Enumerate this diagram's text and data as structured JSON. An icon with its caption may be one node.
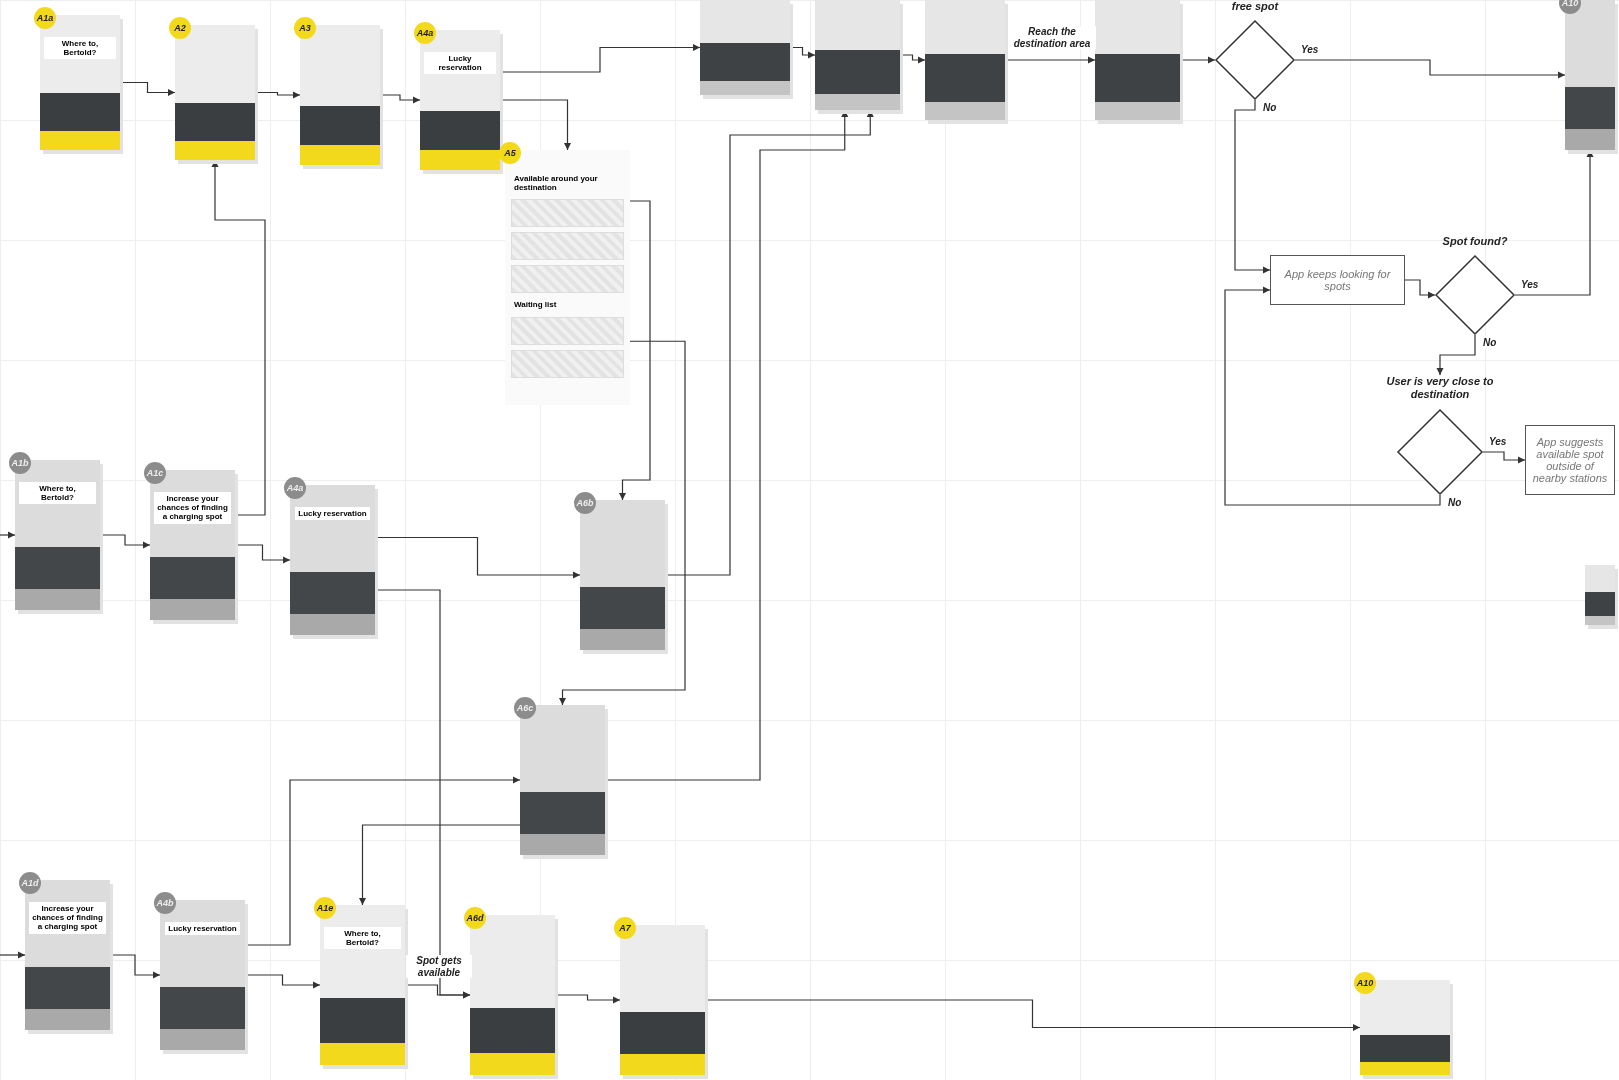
{
  "diagram": {
    "nodes": [
      {
        "text": [
          "A1a",
          "Where to, Bertold?"
        ]
      },
      {
        "text": [
          "A2"
        ]
      },
      {
        "text": [
          "A3"
        ]
      },
      {
        "text": [
          "A4a",
          "Lucky reservation"
        ]
      },
      {
        "text": [
          "A5",
          "Available around your destination",
          "Waiting list"
        ]
      },
      {
        "text": [],
        "shape": "box"
      },
      {
        "text": [],
        "shape": "box"
      },
      {
        "text": [],
        "shape": "box"
      },
      {
        "text": [],
        "shape": "box"
      },
      {
        "text": [
          "free spot"
        ]
      },
      {
        "text": [
          "A10"
        ]
      },
      {
        "text": [
          "App keeps looking for spots"
        ]
      },
      {
        "text": [
          "Spot found?"
        ]
      },
      {
        "text": [
          "User is very close to destination"
        ]
      },
      {
        "text": [
          "App suggests available spot outside of nearby stations"
        ]
      },
      {
        "text": [
          "A1b",
          "Where to, Bertold?"
        ]
      },
      {
        "text": [
          "A1c",
          "Increase your chances of finding a charging spot"
        ]
      },
      {
        "text": [
          "A4a",
          "Lucky reservation"
        ]
      },
      {
        "text": [
          "A6b"
        ]
      },
      {
        "text": [
          "A6c"
        ]
      },
      {
        "text": [
          "A1d",
          "Increase your chances of finding a charging spot"
        ]
      },
      {
        "text": [
          "A4b",
          "Lucky reservation"
        ]
      },
      {
        "text": [
          "A1e",
          "Where to, Bertold?"
        ]
      },
      {
        "text": [
          "A6d"
        ]
      },
      {
        "text": [
          "A7"
        ]
      },
      {
        "text": [
          "A10"
        ]
      },
      {
        "text": [],
        "shape": "box"
      }
    ],
    "edges": [
      {
        "from": 0,
        "to": 1,
        "arrow": "to"
      },
      {
        "from": 1,
        "to": 2,
        "arrow": "to"
      },
      {
        "from": 2,
        "to": 3,
        "arrow": "to"
      },
      {
        "from": 3,
        "to": 4,
        "arrow": "to"
      },
      {
        "from": 3,
        "to": 5,
        "arrow": "to"
      },
      {
        "from": 5,
        "to": 6,
        "arrow": "to"
      },
      {
        "from": 6,
        "to": 7,
        "arrow": "to"
      },
      {
        "from": 7,
        "to": 8,
        "arrow": "to",
        "label": "Reach the destination area"
      },
      {
        "from": 8,
        "to": 9,
        "arrow": "to"
      },
      {
        "from": 9,
        "to": 10,
        "arrow": "to",
        "label": "Yes"
      },
      {
        "from": 9,
        "to": 11,
        "arrow": "to",
        "label": "No"
      },
      {
        "from": 11,
        "to": 12,
        "arrow": "to"
      },
      {
        "from": 12,
        "to": 10,
        "arrow": "to",
        "label": "Yes"
      },
      {
        "from": 12,
        "to": 13,
        "arrow": "to",
        "label": "No"
      },
      {
        "from": 13,
        "to": 14,
        "arrow": "to",
        "label": "Yes"
      },
      {
        "from": 13,
        "to": 11,
        "arrow": "to",
        "label": "No"
      },
      {
        "from": 15,
        "to": 16,
        "arrow": "to"
      },
      {
        "from": 16,
        "to": 17,
        "arrow": "to"
      },
      {
        "from": 16,
        "to": 1,
        "arrow": "to"
      },
      {
        "from": 17,
        "to": 18,
        "arrow": "to"
      },
      {
        "from": 17,
        "to": 23,
        "arrow": "to"
      },
      {
        "from": 4,
        "to": 18,
        "arrow": "to"
      },
      {
        "from": 4,
        "to": 19,
        "arrow": "to"
      },
      {
        "from": 18,
        "to": 6,
        "arrow": "to"
      },
      {
        "from": 19,
        "to": 6,
        "arrow": "to"
      },
      {
        "from": 20,
        "to": 21,
        "arrow": "to"
      },
      {
        "from": 21,
        "to": 22,
        "arrow": "to"
      },
      {
        "from": 22,
        "to": 23,
        "arrow": "to",
        "label": "Spot gets available"
      },
      {
        "from": 23,
        "to": 24,
        "arrow": "to"
      },
      {
        "from": 24,
        "to": 25,
        "arrow": "to"
      },
      {
        "from": 21,
        "to": 19,
        "arrow": "to"
      },
      {
        "from": null,
        "to": 15,
        "arrow": "to"
      },
      {
        "from": null,
        "to": 20,
        "arrow": "to"
      },
      {
        "from": 19,
        "to": 22,
        "arrow": "to"
      }
    ]
  }
}
